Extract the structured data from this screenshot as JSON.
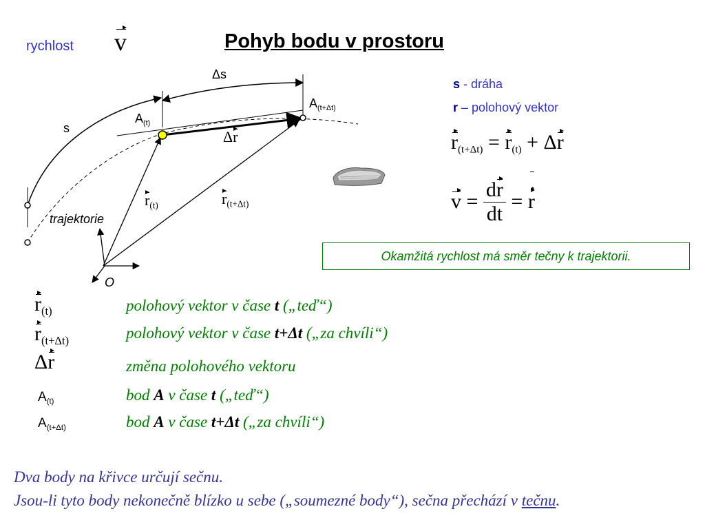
{
  "header": {
    "rychlost_label": "rychlost",
    "v_symbol": "v",
    "title": "Pohyb bodu v prostoru"
  },
  "diagram": {
    "delta_s": "Δs",
    "s": "s",
    "A": "A",
    "sub_t": "(t)",
    "sub_t_dt": "(t+Δt)",
    "delta_r": "Δr",
    "r": "r",
    "trajektorie": "trajektorie",
    "O": "O"
  },
  "legend": {
    "s_key": "s",
    "s_text": " - dráha",
    "r_key": "r",
    "r_text": " – polohový vektor"
  },
  "formulas": {
    "eq1_lhs_r": "r",
    "eq1_lhs_sub": "(t+Δt)",
    "eq1_eq": " = ",
    "eq1_r": "r",
    "eq1_sub": "(t)",
    "eq1_plus": " + Δ",
    "eq1_r2": "r",
    "eq2_v": "v",
    "eq2_eq": " = ",
    "eq2_num": "dr",
    "eq2_den": "dt",
    "eq2_eq2": " = ",
    "eq2_r": "r"
  },
  "callout": "Okamžitá rychlost má směr tečny k trajektorii.",
  "definitions": [
    {
      "sym": "r",
      "sub": "(t)",
      "text_a": "polohový vektor v čase ",
      "bold": "t",
      "text_b": " („teď“)"
    },
    {
      "sym": "r",
      "sub": "(t+Δt)",
      "text_a": "polohový vektor v čase ",
      "bold": "t+Δt",
      "text_b": " („za chvíli“)"
    },
    {
      "sym": "Δr",
      "sub": "",
      "text_a": "změna polohového vektoru",
      "bold": "",
      "text_b": ""
    },
    {
      "sym": "A",
      "sub": "(t)",
      "text_a": "bod ",
      "bold": "A",
      "text_b": " v čase ",
      "bold2": "t",
      "text_c": " („teď“)"
    },
    {
      "sym": "A",
      "sub": "(t+Δt)",
      "text_a": "bod ",
      "bold": "A",
      "text_b": " v čase ",
      "bold2": "t+Δt",
      "text_c": " („za chvíli“)"
    }
  ],
  "conclusion": {
    "line1": "Dva body na křivce určují sečnu.",
    "line2_a": "Jsou-li tyto body nekonečně blízko u sebe („soumezné body“), sečna přechází v ",
    "line2_link": "tečnu",
    "line2_b": "."
  },
  "colors": {
    "title": "#000000",
    "accent_blue": "#3333cc",
    "green": "#008000",
    "point": "#ffff00"
  }
}
